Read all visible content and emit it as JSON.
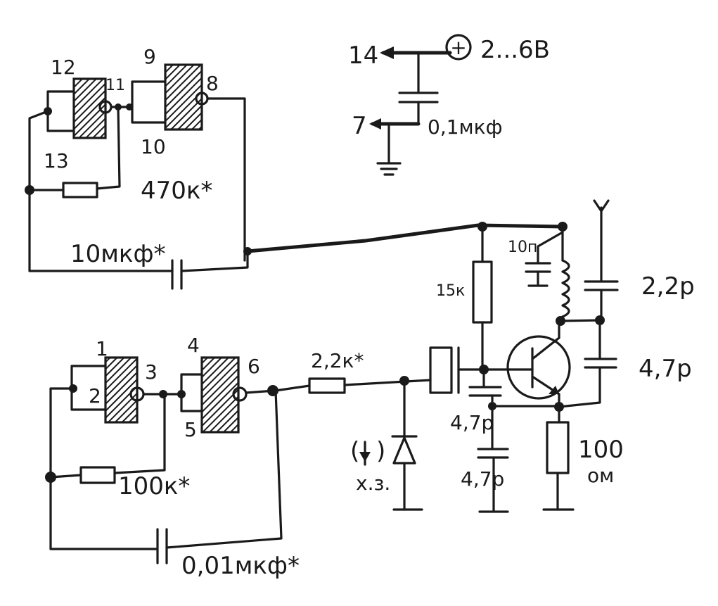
{
  "power": {
    "pin_vcc": "14",
    "pin_gnd": "7",
    "supply_label": "2...6В",
    "plus_symbol": "+",
    "decoupling_cap": "0,1мкф"
  },
  "top_oscillator": {
    "pins": [
      "12",
      "11",
      "9",
      "8",
      "13",
      "10"
    ],
    "resistor": "470к*",
    "capacitor": "10мкф*"
  },
  "bottom_oscillator": {
    "pins": [
      "1",
      "2",
      "3",
      "4",
      "5",
      "6"
    ],
    "resistor": "100к*",
    "capacitor": "0,01мкф*"
  },
  "rf_stage": {
    "series_resistor": "2,2к*",
    "diode_label": "х.з.",
    "bias_resistor": "15к",
    "coil_cap": "10п",
    "antenna_cap": "2,2р",
    "feedback_cap": "4,7р",
    "base_cap_1": "4,7р",
    "base_cap_2": "4,7р",
    "emitter_resistor_value": "100",
    "emitter_resistor_unit": "ом"
  }
}
